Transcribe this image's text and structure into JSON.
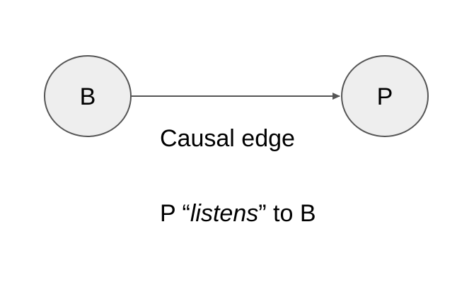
{
  "nodes": {
    "source": {
      "label": "B"
    },
    "target": {
      "label": "P"
    }
  },
  "edge": {
    "caption": "Causal edge"
  },
  "relation": {
    "subject": "P",
    "open_quote": "“",
    "verb": "listens",
    "close_quote": "”",
    "rest": "to B"
  },
  "colors": {
    "node_fill": "#eeeeee",
    "node_stroke": "#555555",
    "edge_stroke": "#555555",
    "text": "#000000"
  }
}
